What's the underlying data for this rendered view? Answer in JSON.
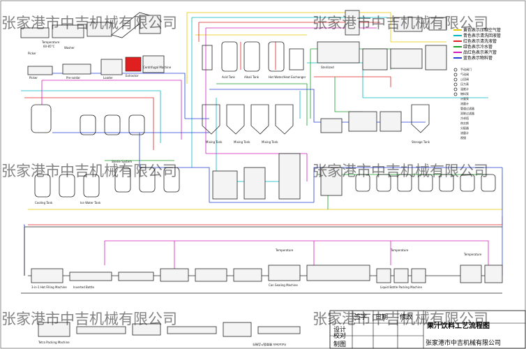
{
  "legend": {
    "pipes": [
      {
        "text": "黄色表示压缩空气管",
        "color": "#e6c800"
      },
      {
        "text": "青色表示清洗回液管",
        "color": "#00b7c3"
      },
      {
        "text": "红色表示清洗液管",
        "color": "#e02020"
      },
      {
        "text": "绿色表示冷水管",
        "color": "#1a9e2a"
      },
      {
        "text": "品红色表示蒸汽管",
        "color": "#d01fb8"
      },
      {
        "text": "蓝色表示物料管",
        "color": "#1f3fd0"
      }
    ],
    "symbols": [
      "手动阀门",
      "气动阀",
      "止回阀",
      "压力表",
      "温度计",
      "物料泵",
      "计量泵",
      "流量计",
      "管道过滤器",
      "双联过滤器",
      "冷却塔",
      "热交换",
      "分配器",
      "流量计",
      "视镜"
    ]
  },
  "labels": {
    "temperature": "Temperature",
    "picker": "Picker",
    "washer": "Washer",
    "pre_solder": "Pre-soldar",
    "loader": "Loader",
    "extractor": "Extractor",
    "centrifugal": "Centrifugal Machine",
    "temp_range": "60-85°C",
    "acid_tank": "Acid Tank",
    "alkali_tank": "Alkali Tank",
    "hot_water_exchanger": "Hot Water/Heat Exchanger",
    "sterilizer": "Sterilized",
    "mixing_tank": "Mixing Tank",
    "storage_tank": "Storage Tank",
    "sterile_system": "Sterile System",
    "cooling_tank": "Cooling Tank",
    "ice_water_tank": "Ice Water Tank",
    "filling_machine": "3-in-1 Hot Filling Machine",
    "bottle": "Inverted Bottle",
    "can_sealing": "Can Sealing Machine",
    "packing": "Tetra Packing Machine",
    "liquid_filling": "Liquid Bottle Packing Machine",
    "autodesk": "Autodesk 教育版产品制作"
  },
  "watermark": "张家港市中吉机械有限公司",
  "title_block": {
    "col_sign": "签字",
    "col_date": "日期",
    "col_edit": "修改",
    "row_design": "设计",
    "row_check": "校对",
    "row_draw": "制图",
    "title": "果汁饮料工艺流程图",
    "company": "张家港市中吉机械有限公司"
  }
}
